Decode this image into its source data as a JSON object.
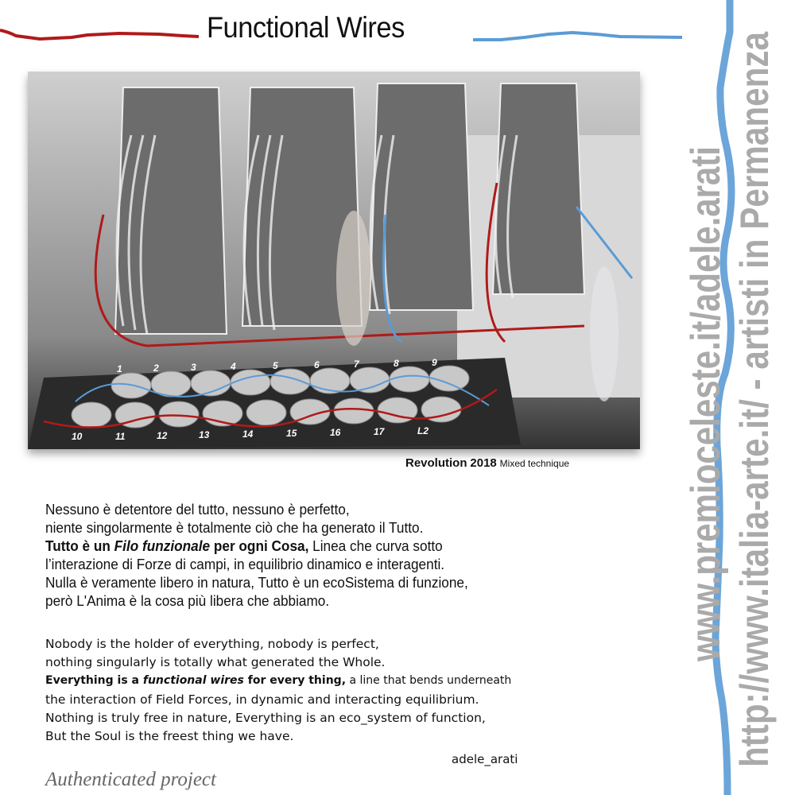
{
  "header": {
    "title": "Functional Wires",
    "colors": {
      "red_wire": "#b01a1a",
      "blue_wire": "#5b9bd5"
    }
  },
  "artwork": {
    "image": "artwork-photo",
    "key_labels_top": [
      "1",
      "2",
      "3",
      "4",
      "5",
      "6",
      "7",
      "8",
      "9"
    ],
    "key_labels_bottom": [
      "10",
      "11",
      "12",
      "13",
      "14",
      "15",
      "16",
      "17",
      "L2"
    ],
    "caption": {
      "title": "Revolution",
      "year": "2018",
      "technique": "Mixed technique"
    }
  },
  "text_it": [
    "Nessuno è detentore del tutto, nessuno è perfetto,",
    "niente singolarmente è totalmente ciò che ha generato il Tutto.",
    {
      "bold": "Tutto è un ",
      "bold_italic": "Filo funzionale",
      "bold2": " per  ogni Cosa,",
      "rest": "  Linea  che  curva sotto"
    },
    "l’interazione di Forze di campi, in equilibrio dinamico e interagenti.",
    "Nulla è veramente libero in natura,  Tutto  è un ecoSistema di funzione,",
    "però  L'Anima è la cosa più libera che abbiamo."
  ],
  "text_en": [
    "Nobody is the holder of everything, nobody  is perfect,",
    "nothing singularly is totally what generated the Whole.",
    {
      "bold": "Everything is a ",
      "bold_italic": "functional wires",
      "bold2": " for every thing,",
      "rest": " a line that bends underneath"
    },
    "the interaction of Field Forces,  in dynamic  and  interacting equilibrium.",
    "Nothing is truly free in nature,  Everything is an  eco_system of function,",
    "But  the  Soul  is the  freest  thing  we  have."
  ],
  "signature": "adele_arati",
  "footer": "Authenticated project",
  "side": {
    "line1": "www.premioceleste.it/adele.arati",
    "line2": "http://www.italia-arte.it/ - artisti in Permanenza"
  }
}
